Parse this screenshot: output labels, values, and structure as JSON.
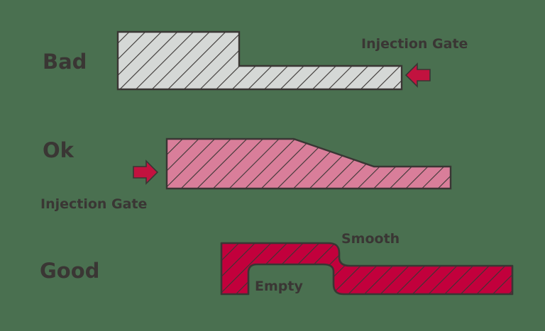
{
  "figure": {
    "background_color": "#4a7050",
    "outline_color": "#3a3634",
    "text_color": "#3a3634",
    "arrow_color": "#c2123f"
  },
  "rows": [
    {
      "id": "bad",
      "label": "Bad",
      "fill_color": "#d5d8d6",
      "hatch_color": "#3a3634",
      "callout": "Injection Gate",
      "arrow_direction": "left",
      "arrow_name": "injection-gate-arrow-bad"
    },
    {
      "id": "ok",
      "label": "Ok",
      "fill_color": "#d97e9a",
      "hatch_color": "#3a3634",
      "callout": "Injection Gate",
      "arrow_direction": "right",
      "arrow_name": "injection-gate-arrow-ok"
    },
    {
      "id": "good",
      "label": "Good",
      "fill_color": "#c2003c",
      "hatch_color": "#3a3634",
      "annotation_smooth": "Smooth",
      "annotation_empty": "Empty"
    }
  ],
  "labels": {
    "bad_row": "Bad",
    "ok_row": "Ok",
    "good_row": "Good",
    "injection_gate_bad": "Injection Gate",
    "injection_gate_ok": "Injection Gate",
    "smooth": "Smooth",
    "empty": "Empty"
  }
}
